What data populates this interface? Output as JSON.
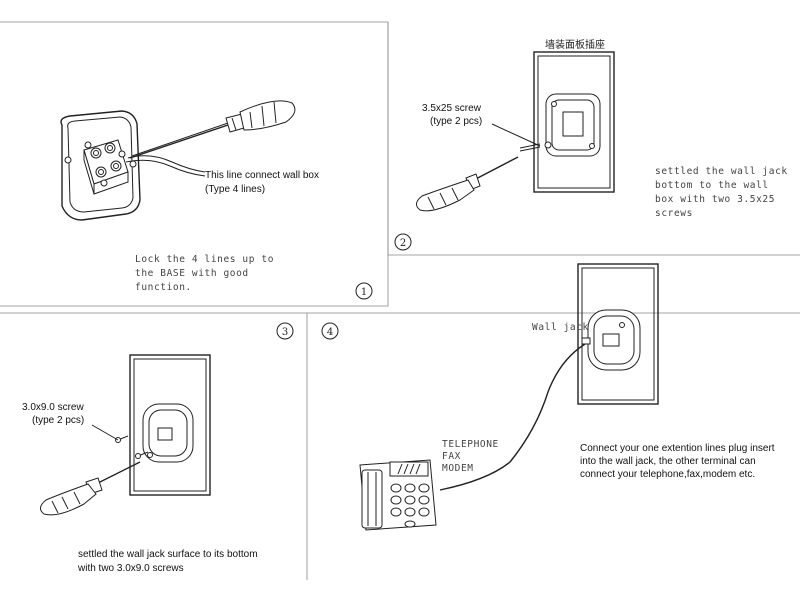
{
  "panel1": {
    "step_number": "1",
    "callout": [
      "This line connect wall box",
      "(Type 4 lines)"
    ],
    "caption": [
      "Lock the 4 lines up to",
      "the BASE with good",
      "function."
    ]
  },
  "panel2": {
    "step_number": "2",
    "chinese_label": "墙装面板插座",
    "screw_label": [
      "3.5x25 screw",
      "(type 2 pcs)"
    ],
    "caption": [
      "settled the wall jack",
      "bottom to the  wall",
      "box with two 3.5x25",
      "screws"
    ]
  },
  "panel3": {
    "step_number": "3",
    "screw_label": [
      "3.0x9.0 screw",
      "(type 2 pcs)"
    ],
    "caption": [
      "settled the wall jack surface to its bottom",
      "with two 3.0x9.0 screws"
    ]
  },
  "panel4": {
    "step_number": "4",
    "wall_jack_label": "Wall jack",
    "device_label": [
      "TELEPHONE",
      "FAX",
      "MODEM"
    ],
    "caption": [
      "Connect your one extention lines plug insert",
      "into the wall jack, the other terminal can",
      "connect your telephone,fax,modem etc."
    ]
  }
}
